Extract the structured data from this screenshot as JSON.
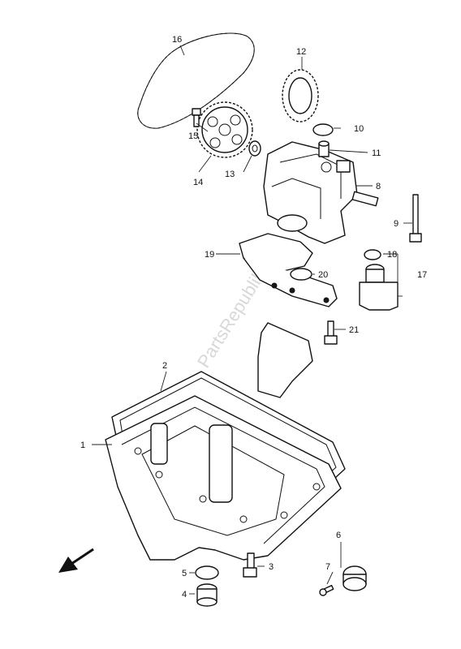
{
  "watermark": "PartsRepublik",
  "callouts": [
    "1",
    "2",
    "3",
    "4",
    "5",
    "6",
    "7",
    "8",
    "9",
    "10",
    "11",
    "12",
    "13",
    "14",
    "15",
    "16",
    "17",
    "18",
    "19",
    "20",
    "21"
  ]
}
